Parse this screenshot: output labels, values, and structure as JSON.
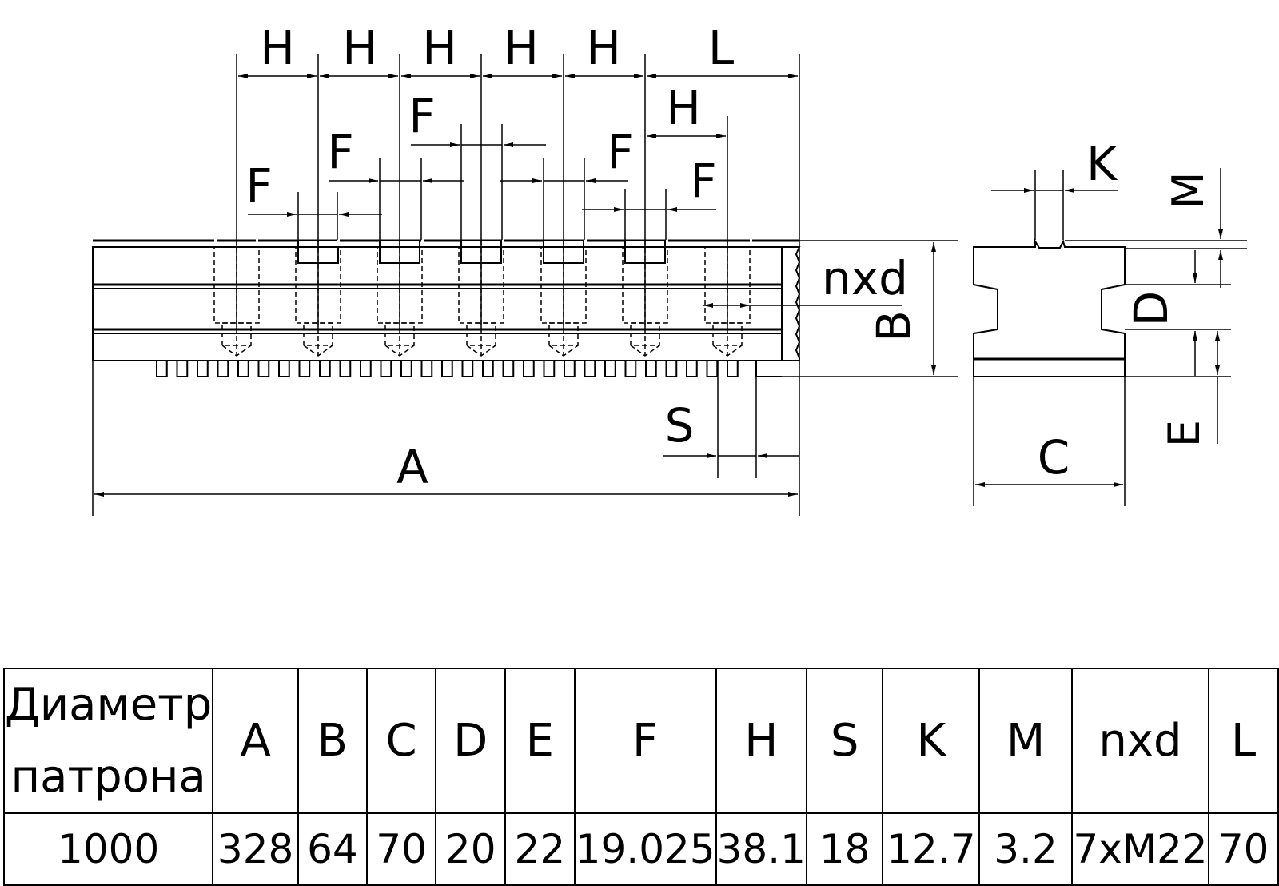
{
  "drawing": {
    "labels": {
      "H": "H",
      "L": "L",
      "F": "F",
      "K": "K",
      "M": "M",
      "nxd": "nxd",
      "B": "B",
      "D": "D",
      "S": "S",
      "A": "A",
      "C": "C",
      "E": "E"
    }
  },
  "table": {
    "header_first_line1": "Диаметр",
    "header_first_line2": "патрона",
    "columns": [
      "A",
      "B",
      "C",
      "D",
      "E",
      "F",
      "H",
      "S",
      "K",
      "M",
      "nxd",
      "L"
    ],
    "row": {
      "diameter": "1000",
      "values": [
        "328",
        "64",
        "70",
        "20",
        "22",
        "19.025",
        "38.1",
        "18",
        "12.7",
        "3.2",
        "7xM22",
        "70"
      ]
    }
  }
}
